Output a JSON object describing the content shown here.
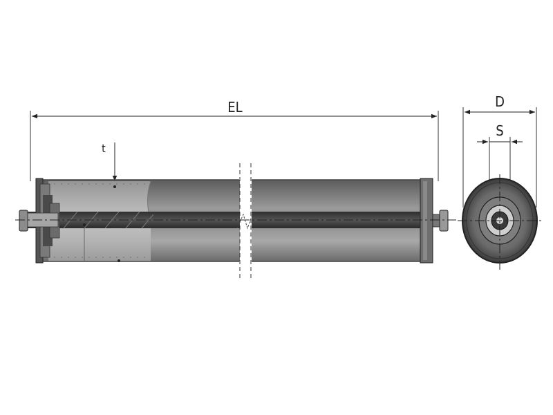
{
  "labels": {
    "EL": "EL",
    "t": "t",
    "D": "D",
    "S": "S"
  }
}
